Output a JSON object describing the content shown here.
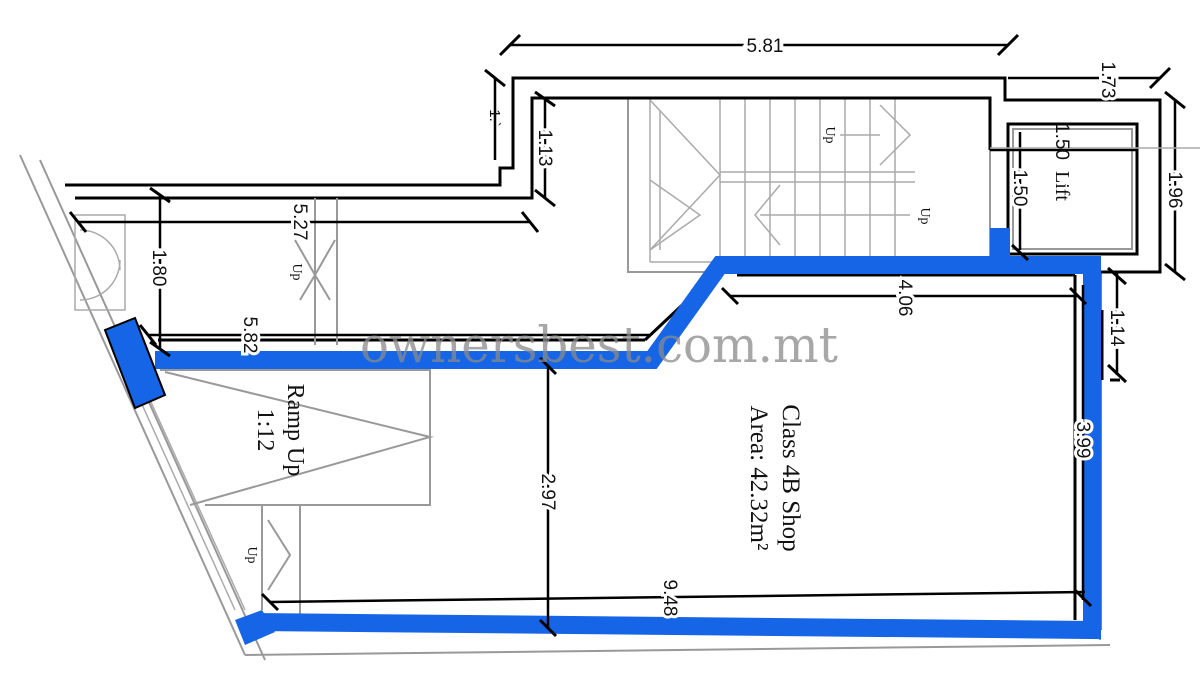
{
  "colors": {
    "wall_highlight": "#1565e6",
    "lines": "#000000",
    "fixtures": "#999999"
  },
  "dimensions": {
    "top_width": "5.81",
    "top_right": "1.73",
    "small_top": "1.`",
    "stair_offset": "1.13",
    "upper_width": "5.27",
    "left_depth": "1.80",
    "mid_width": "5.82",
    "shop_top": "4.06",
    "lift_width": "1.50",
    "lift_depth": "1.50",
    "right_total": "1.96",
    "right_small": "1.14",
    "shop_right": "3.99",
    "shop_depth": "2.97",
    "shop_bottom": "9.48"
  },
  "labels": {
    "lift": "Lift",
    "up": "Up",
    "ramp_line1": "Ramp Up",
    "ramp_line2": "1:12",
    "shop_line1": "Class 4B Shop",
    "shop_line2": "Area: 42.32m²"
  },
  "watermark": "ownersbest.com.mt"
}
